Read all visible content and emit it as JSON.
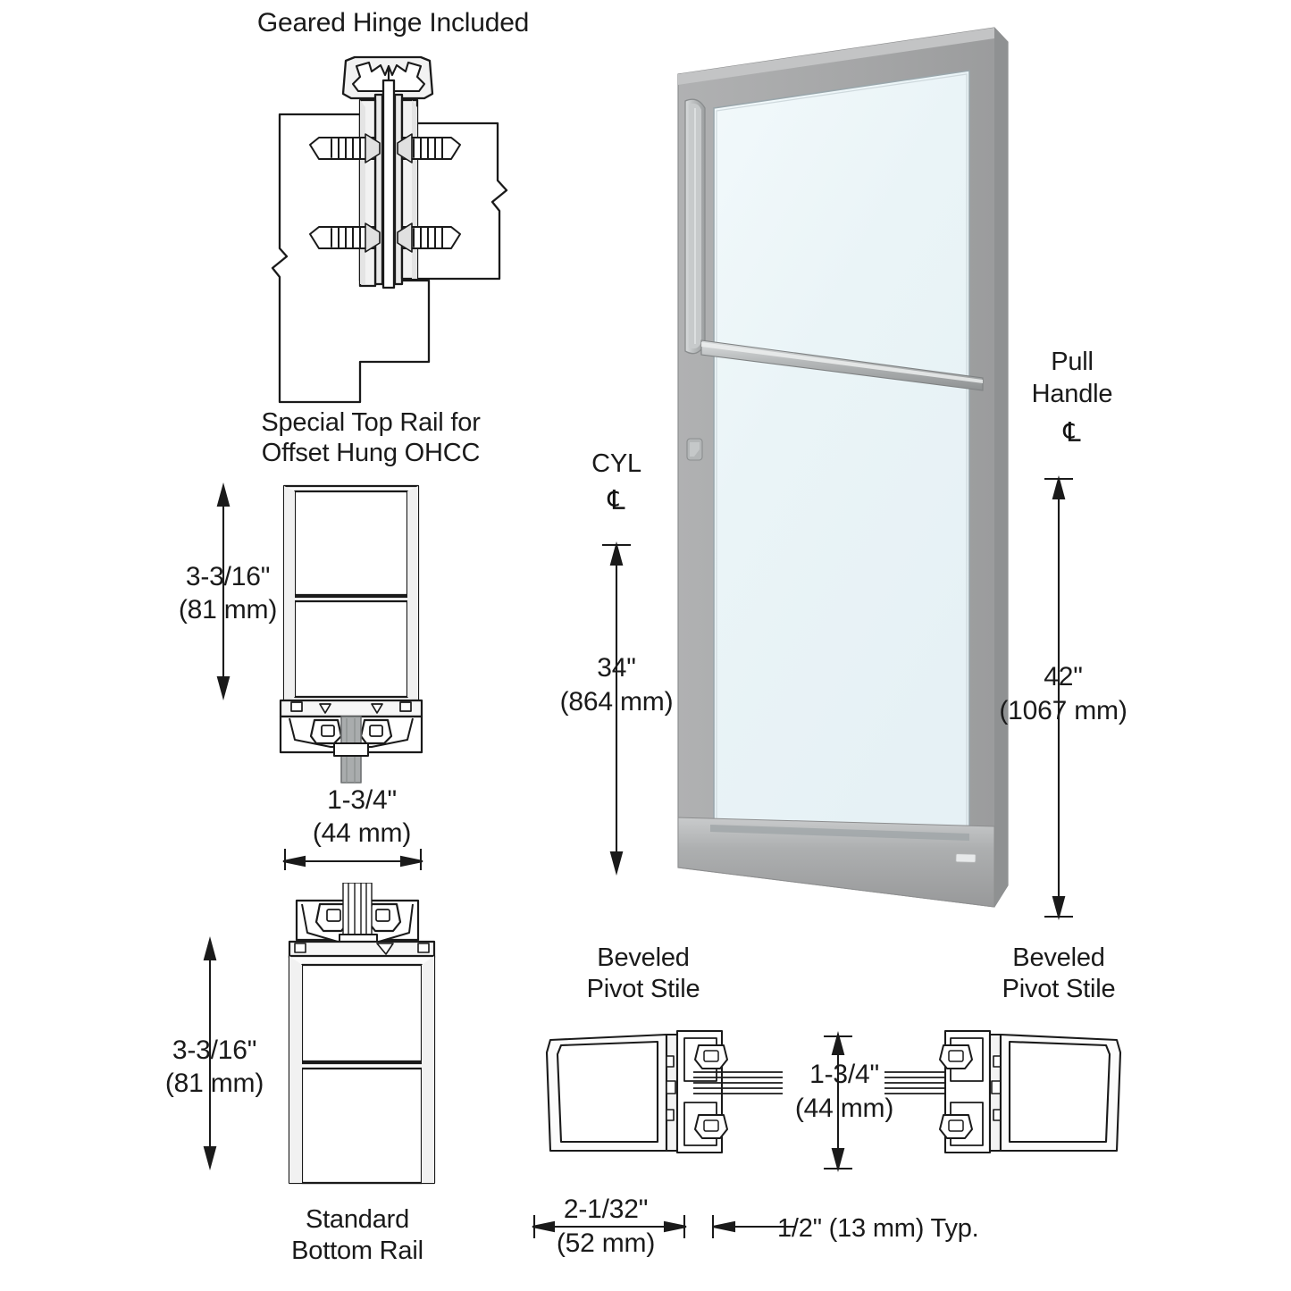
{
  "drawing": {
    "title": "Aluminum Entrance Door Technical Detail Drawing",
    "background_color": "#ffffff",
    "line_color": "#1a1a1a",
    "door_frame_color": "#a6a6a6",
    "door_frame_shadow_color": "#8f9091",
    "glass_color": "#eef6f9",
    "hardware_color": "#b9bcbd"
  },
  "hinge_detail": {
    "title": "Geared Hinge Included",
    "caption_line1": "Special Top Rail for",
    "caption_line2": "Offset Hung OHCC"
  },
  "top_rail_detail": {
    "height_dim_line1": "3-3/16\"",
    "height_dim_line2": "(81 mm)",
    "width_dim_line1": "1-3/4\"",
    "width_dim_line2": "(44 mm)"
  },
  "bottom_rail_detail": {
    "height_dim_line1": "3-3/16\"",
    "height_dim_line2": "(81 mm)",
    "caption_line1": "Standard",
    "caption_line2": "Bottom Rail"
  },
  "door_view": {
    "cyl_label": "CYL",
    "cyl_centerline_symbol": "℄",
    "cyl_dim_line1": "34\"",
    "cyl_dim_line2": "(864 mm)",
    "pull_label_line1": "Pull",
    "pull_label_line2": "Handle",
    "pull_centerline_symbol": "℄",
    "pull_dim_line1": "42\"",
    "pull_dim_line2": "(1067 mm)"
  },
  "pivot_stile_left": {
    "caption_line1": "Beveled",
    "caption_line2": "Pivot Stile",
    "width_dim_line1": "2-1/32\"",
    "width_dim_line2": "(52 mm)"
  },
  "pivot_stile_right": {
    "caption_line1": "Beveled",
    "caption_line2": "Pivot Stile",
    "depth_dim_line1": "1-3/4\"",
    "depth_dim_line2": "(44 mm)"
  },
  "gap_dim": {
    "label": "1/2\" (13 mm) Typ."
  }
}
